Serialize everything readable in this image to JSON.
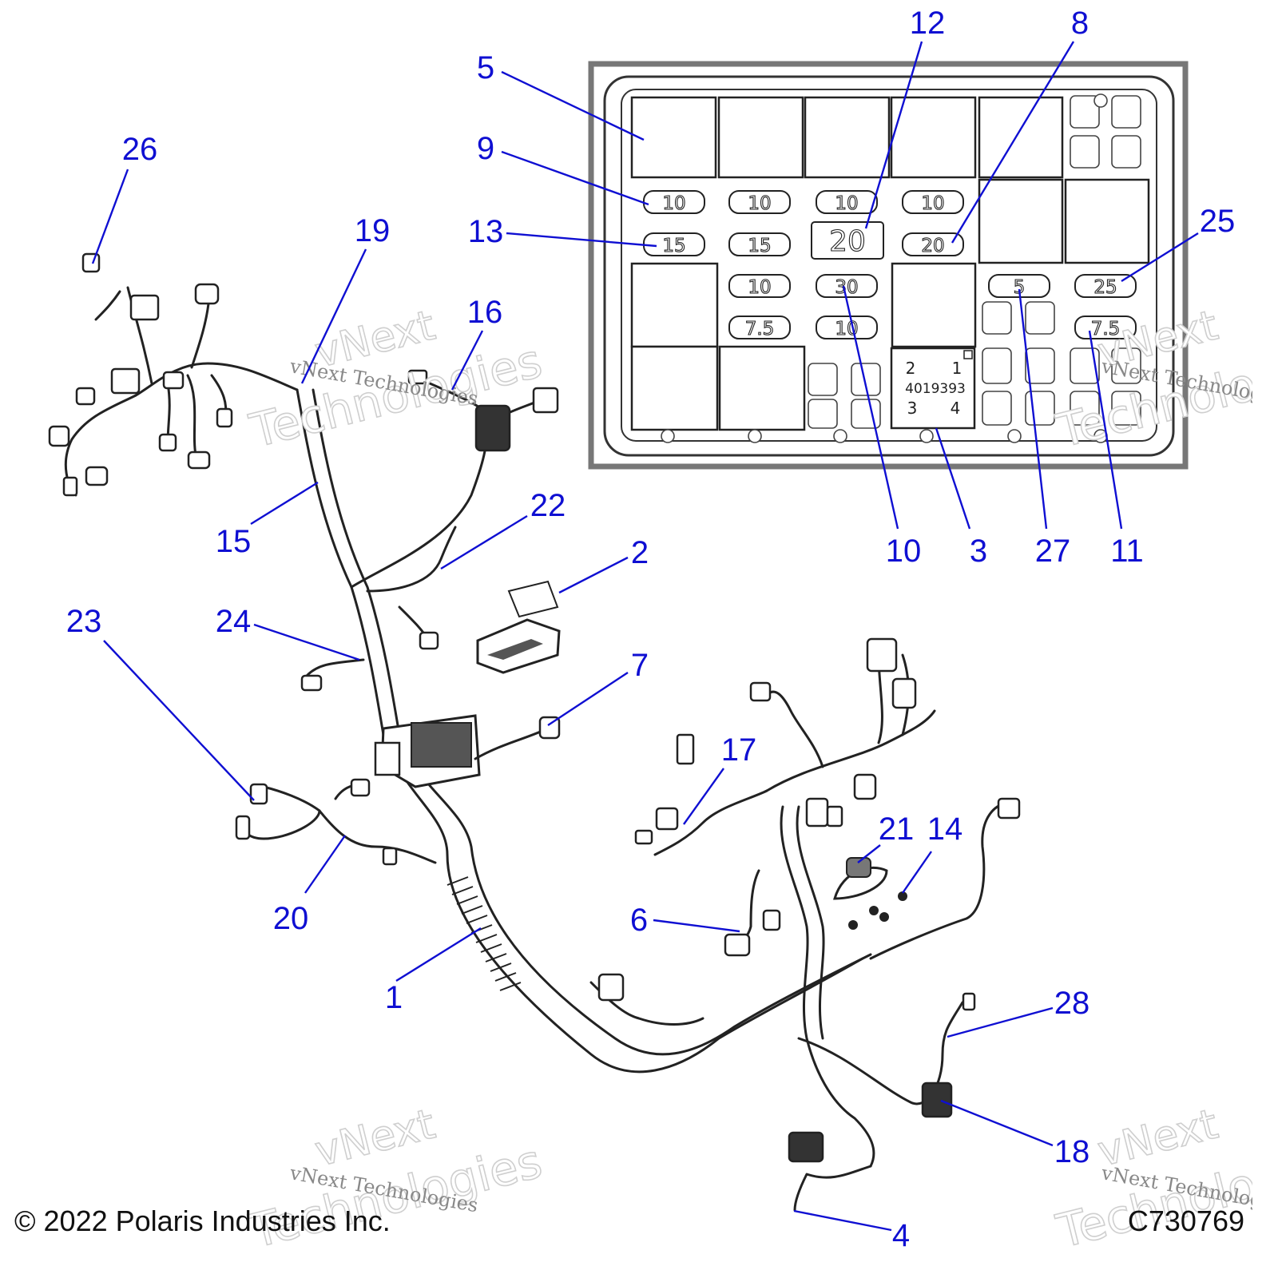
{
  "diagram": {
    "copyright": "© 2022 Polaris Industries Inc.",
    "drawing_number": "C730769",
    "watermark": "vNext Technologies",
    "watermark_line1": "vNext",
    "watermark_line2": "Technologies",
    "relay_part_number": "4019393",
    "relay_pins": [
      "2",
      "1",
      "3",
      "4"
    ],
    "fuse_ratings": [
      "10",
      "10",
      "10",
      "10",
      "15",
      "15",
      "20",
      "20",
      "10",
      "30",
      "5",
      "25",
      "7.5",
      "10",
      "7.5"
    ],
    "callouts": [
      "1",
      "2",
      "3",
      "4",
      "5",
      "6",
      "7",
      "8",
      "9",
      "10",
      "11",
      "12",
      "13",
      "14",
      "15",
      "16",
      "17",
      "18",
      "19",
      "20",
      "21",
      "22",
      "23",
      "24",
      "25",
      "26",
      "27",
      "28"
    ]
  }
}
